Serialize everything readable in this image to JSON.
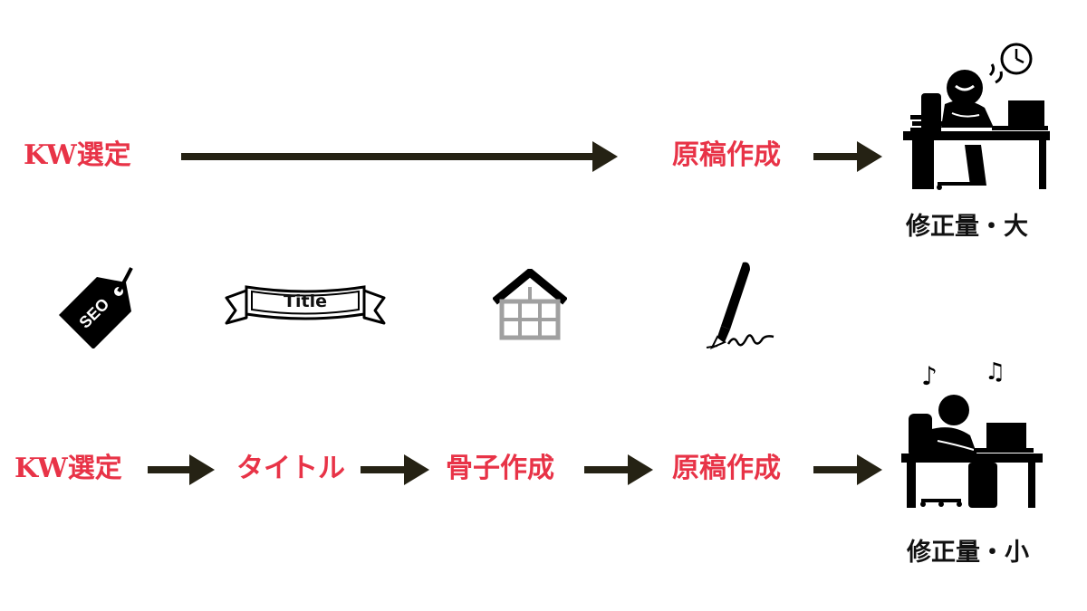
{
  "top_flow": {
    "steps": [
      "KW選定",
      "原稿作成"
    ],
    "result": "修正量・大"
  },
  "icons": {
    "seo_tag_text": "SEO",
    "title_banner_text": "Title",
    "items": [
      "seo-tag-icon",
      "title-banner-icon",
      "house-frame-icon",
      "fountain-pen-icon"
    ]
  },
  "bottom_flow": {
    "steps": [
      "KW選定",
      "タイトル",
      "骨子作成",
      "原稿作成"
    ],
    "result": "修正量・小"
  },
  "colors": {
    "step_label": "#e83347",
    "arrow": "#252214",
    "result_label": "#111111"
  }
}
